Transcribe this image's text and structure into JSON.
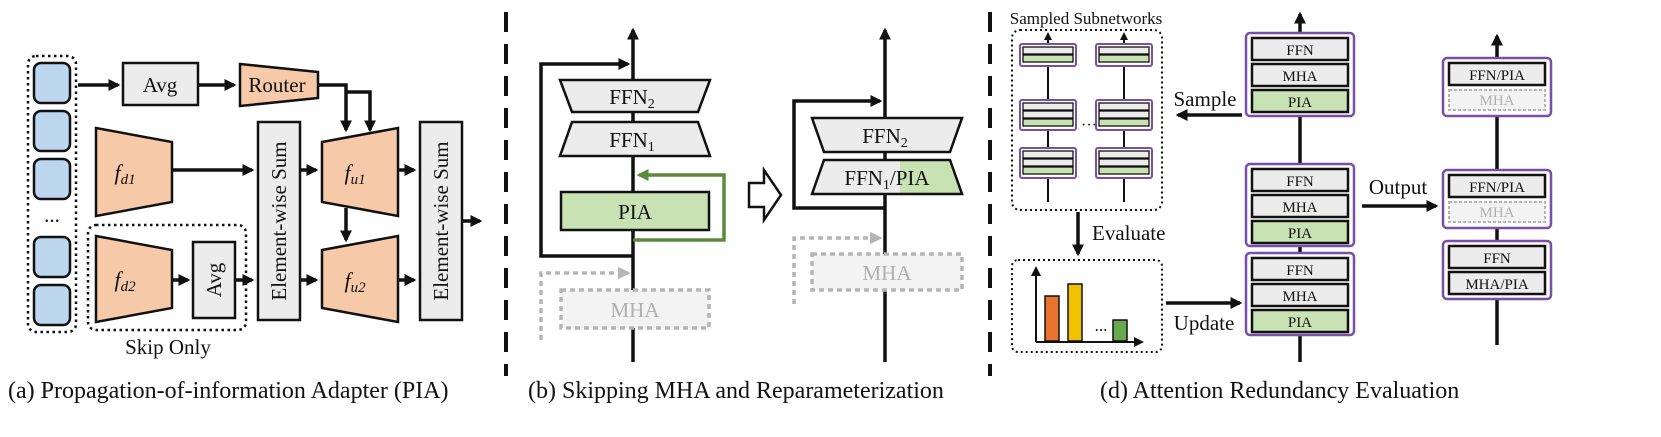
{
  "colors": {
    "token": "#bcd7ee",
    "orange": "#f6c9a8",
    "green": "#c8e2b4",
    "green_line": "#5b8a3c",
    "gray_box": "#ececec",
    "purple": "#7a4fa8",
    "dashed": "#b5b5b5",
    "bar_orange": "#e8732e",
    "bar_yellow": "#f2c200",
    "bar_green": "#6aa84f"
  },
  "panel_a": {
    "caption": "(a) Propagation-of-information Adapter (PIA)",
    "avg_top": "Avg",
    "router": "Router",
    "fd1": "f",
    "fd1_sub": "d1",
    "fd2": "f",
    "fd2_sub": "d2",
    "avg_side": "Avg",
    "sum1": "Element-wise Sum",
    "sum2": "Element-wise Sum",
    "fu1": "f",
    "fu1_sub": "u1",
    "fu2": "f",
    "fu2_sub": "u2",
    "ellipsis": "...",
    "skip_only": "Skip Only"
  },
  "panel_b": {
    "caption": "(b) Skipping MHA and Reparameterization",
    "ffn": "FFN",
    "sub2": "2",
    "sub1": "1",
    "pia": "PIA",
    "mha": "MHA",
    "merged_pia": "/PIA"
  },
  "panel_d": {
    "caption": "(d) Attention Redundancy Evaluation",
    "sampled": "Sampled Subnetworks",
    "sample": "Sample",
    "evaluate": "Evaluate",
    "update": "Update",
    "output": "Output",
    "ffn": "FFN",
    "mha": "MHA",
    "pia": "PIA",
    "ffn_pia": "FFN/PIA",
    "mha_pia": "MHA/PIA",
    "dots_v": "⋮",
    "dots_h": "···",
    "bar_dots": "..."
  }
}
